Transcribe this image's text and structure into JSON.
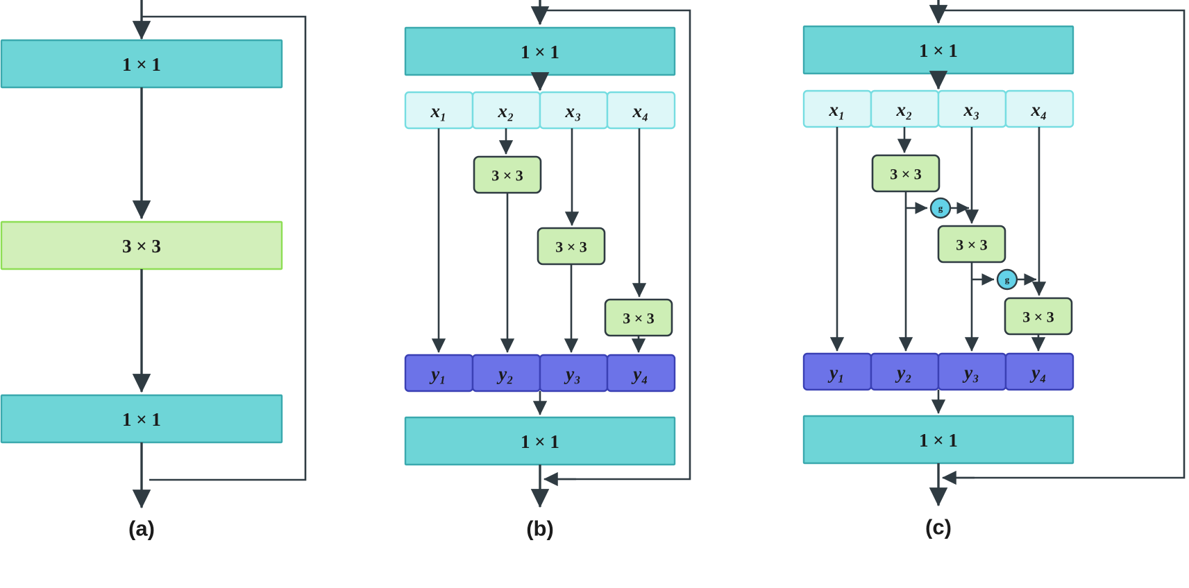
{
  "figure": {
    "background_color": "#ffffff",
    "panels": [
      {
        "id": "a",
        "caption": "(a)",
        "blocks": [
          {
            "name": "conv-1x1-top",
            "label": "1 × 1",
            "kind": "bottleneck-wide"
          },
          {
            "name": "conv-3x3-mid",
            "label": "3 × 3",
            "kind": "conv-wide"
          },
          {
            "name": "conv-1x1-bottom",
            "label": "1 × 1",
            "kind": "bottleneck-wide"
          }
        ],
        "has_residual_shortcut": true
      },
      {
        "id": "b",
        "caption": "(b)",
        "blocks": [
          {
            "name": "conv-1x1-top",
            "label": "1 × 1",
            "kind": "bottleneck-wide"
          },
          {
            "name": "conv-1x1-bottom",
            "label": "1 × 1",
            "kind": "bottleneck-wide"
          }
        ],
        "split_inputs": [
          "x₁",
          "x₂",
          "x₃",
          "x₄"
        ],
        "split_outputs": [
          "y₁",
          "y₂",
          "y₃",
          "y₄"
        ],
        "conv_small_label": "3 × 3",
        "conv_small_count": 3,
        "has_residual_shortcut": true
      },
      {
        "id": "c",
        "caption": "(c)",
        "blocks": [
          {
            "name": "conv-1x1-top",
            "label": "1 × 1",
            "kind": "bottleneck-wide"
          },
          {
            "name": "conv-1x1-bottom",
            "label": "1 × 1",
            "kind": "bottleneck-wide"
          }
        ],
        "split_inputs": [
          "x₁",
          "x₂",
          "x₃",
          "x₄"
        ],
        "split_outputs": [
          "y₁",
          "y₂",
          "y₃",
          "y₄"
        ],
        "conv_small_label": "3 × 3",
        "conv_small_count": 3,
        "gate_label": "g",
        "gate_count": 2,
        "has_residual_shortcut": true
      }
    ],
    "colors": {
      "bottleneck_fill": "#6ed5d7",
      "bottleneck_stroke": "#3aa9ae",
      "conv_wide_fill": "#d2efba",
      "conv_wide_stroke": "#8ede55",
      "conv_small_fill": "#cdeeb5",
      "conv_small_stroke": "#2f3b42",
      "split_fill": "#ddf7f8",
      "split_stroke": "#76dde1",
      "output_fill": "#6c73e8",
      "output_stroke": "#3a40b4",
      "gate_fill": "#63d2e8",
      "gate_stroke": "#2f3b42",
      "arrow": "#2f3b42",
      "text": "#1b1b1b"
    }
  },
  "panel_a": {
    "conv1_label": "1 × 1",
    "conv2_label": "3 × 3",
    "conv3_label": "1 × 1",
    "caption": "(a)"
  },
  "panel_b": {
    "conv_top_label": "1 × 1",
    "conv_bottom_label": "1 × 1",
    "x1": "x₁",
    "x2": "x₂",
    "x3": "x₃",
    "x4": "x₄",
    "y1": "y₁",
    "y2": "y₂",
    "y3": "y₃",
    "y4": "y₄",
    "k2_label": "3 × 3",
    "k3_label": "3 × 3",
    "k4_label": "3 × 3",
    "caption": "(b)"
  },
  "panel_c": {
    "conv_top_label": "1 × 1",
    "conv_bottom_label": "1 × 1",
    "x1": "x₁",
    "x2": "x₂",
    "x3": "x₃",
    "x4": "x₄",
    "y1": "y₁",
    "y2": "y₂",
    "y3": "y₃",
    "y4": "y₄",
    "k2_label": "3 × 3",
    "k3_label": "3 × 3",
    "k4_label": "3 × 3",
    "g1_label": "g",
    "g2_label": "g",
    "caption": "(c)"
  }
}
